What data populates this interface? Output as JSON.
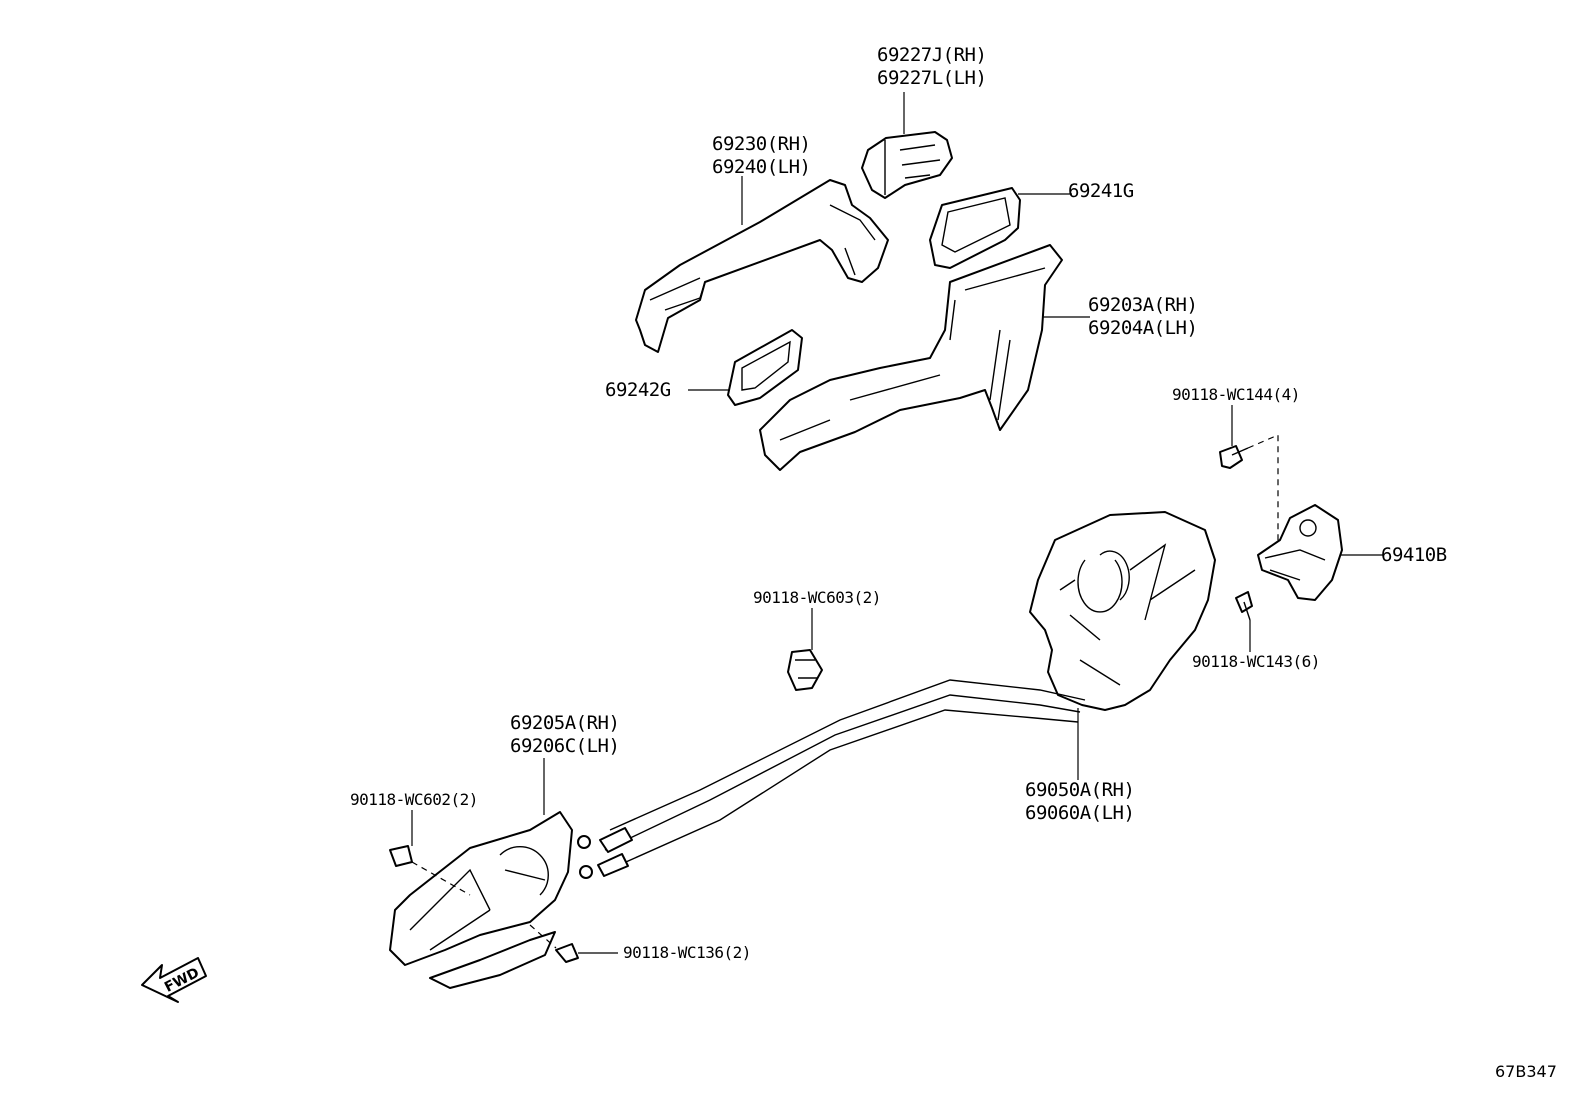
{
  "parts": {
    "p69227": [
      "69227J(RH)",
      "69227L(LH)"
    ],
    "p69230": [
      "69230(RH)",
      "69240(LH)"
    ],
    "p69241": "69241G",
    "p69203": [
      "69203A(RH)",
      "69204A(LH)"
    ],
    "p69242": "69242G",
    "p90118_wc144": "90118-WC144(4)",
    "p69410": "69410B",
    "p90118_wc603": "90118-WC603(2)",
    "p90118_wc143": "90118-WC143(6)",
    "p69205": [
      "69205A(RH)",
      "69206C(LH)"
    ],
    "p90118_wc602": "90118-WC602(2)",
    "p69050": [
      "69050A(RH)",
      "69060A(LH)"
    ],
    "p90118_wc136": "90118-WC136(2)"
  },
  "fwd_label": "FWD",
  "diagram_code": "67B347"
}
